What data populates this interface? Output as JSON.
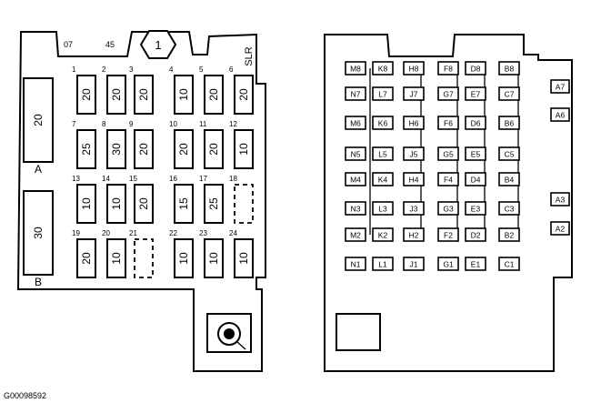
{
  "figure": {
    "diagram_id": "G00098592"
  },
  "left_panel": {
    "top_labels": [
      "07",
      "45"
    ],
    "circle_label": "1",
    "slr_label": "SLR",
    "large_fuse_a": {
      "rating": "20",
      "label": "A"
    },
    "large_fuse_b": {
      "rating": "30",
      "label": "B"
    },
    "fuse_numbers": [
      "1",
      "2",
      "3",
      "4",
      "5",
      "6",
      "7",
      "8",
      "9",
      "10",
      "11",
      "12",
      "13",
      "14",
      "15",
      "16",
      "17",
      "18",
      "19",
      "20",
      "21",
      "22",
      "23",
      "24"
    ],
    "fuse_ratings": [
      "20",
      "20",
      "20",
      "10",
      "20",
      "20",
      "25",
      "30",
      "20",
      "20",
      "20",
      "10",
      "10",
      "10",
      "20",
      "15",
      "25",
      "",
      "20",
      "10",
      "",
      "10",
      "10",
      "10"
    ]
  },
  "right_panel": {
    "relay_labels": [
      [
        "M8",
        "K8",
        "H8",
        "F8",
        "D8",
        "B8"
      ],
      [
        "N7",
        "L7",
        "J7",
        "G7",
        "E7",
        "C7"
      ],
      [
        "M6",
        "K6",
        "H6",
        "F6",
        "D6",
        "B6"
      ],
      [
        "N5",
        "L5",
        "J5",
        "G5",
        "E5",
        "C5"
      ],
      [
        "M4",
        "K4",
        "H4",
        "F4",
        "D4",
        "B4"
      ],
      [
        "N3",
        "L3",
        "J3",
        "G3",
        "E3",
        "C3"
      ],
      [
        "M2",
        "K2",
        "H2",
        "F2",
        "D2",
        "B2"
      ],
      [
        "N1",
        "L1",
        "J1",
        "G1",
        "E1",
        "C1"
      ]
    ],
    "side_labels": [
      "A7",
      "A6",
      "A3",
      "A2"
    ]
  }
}
